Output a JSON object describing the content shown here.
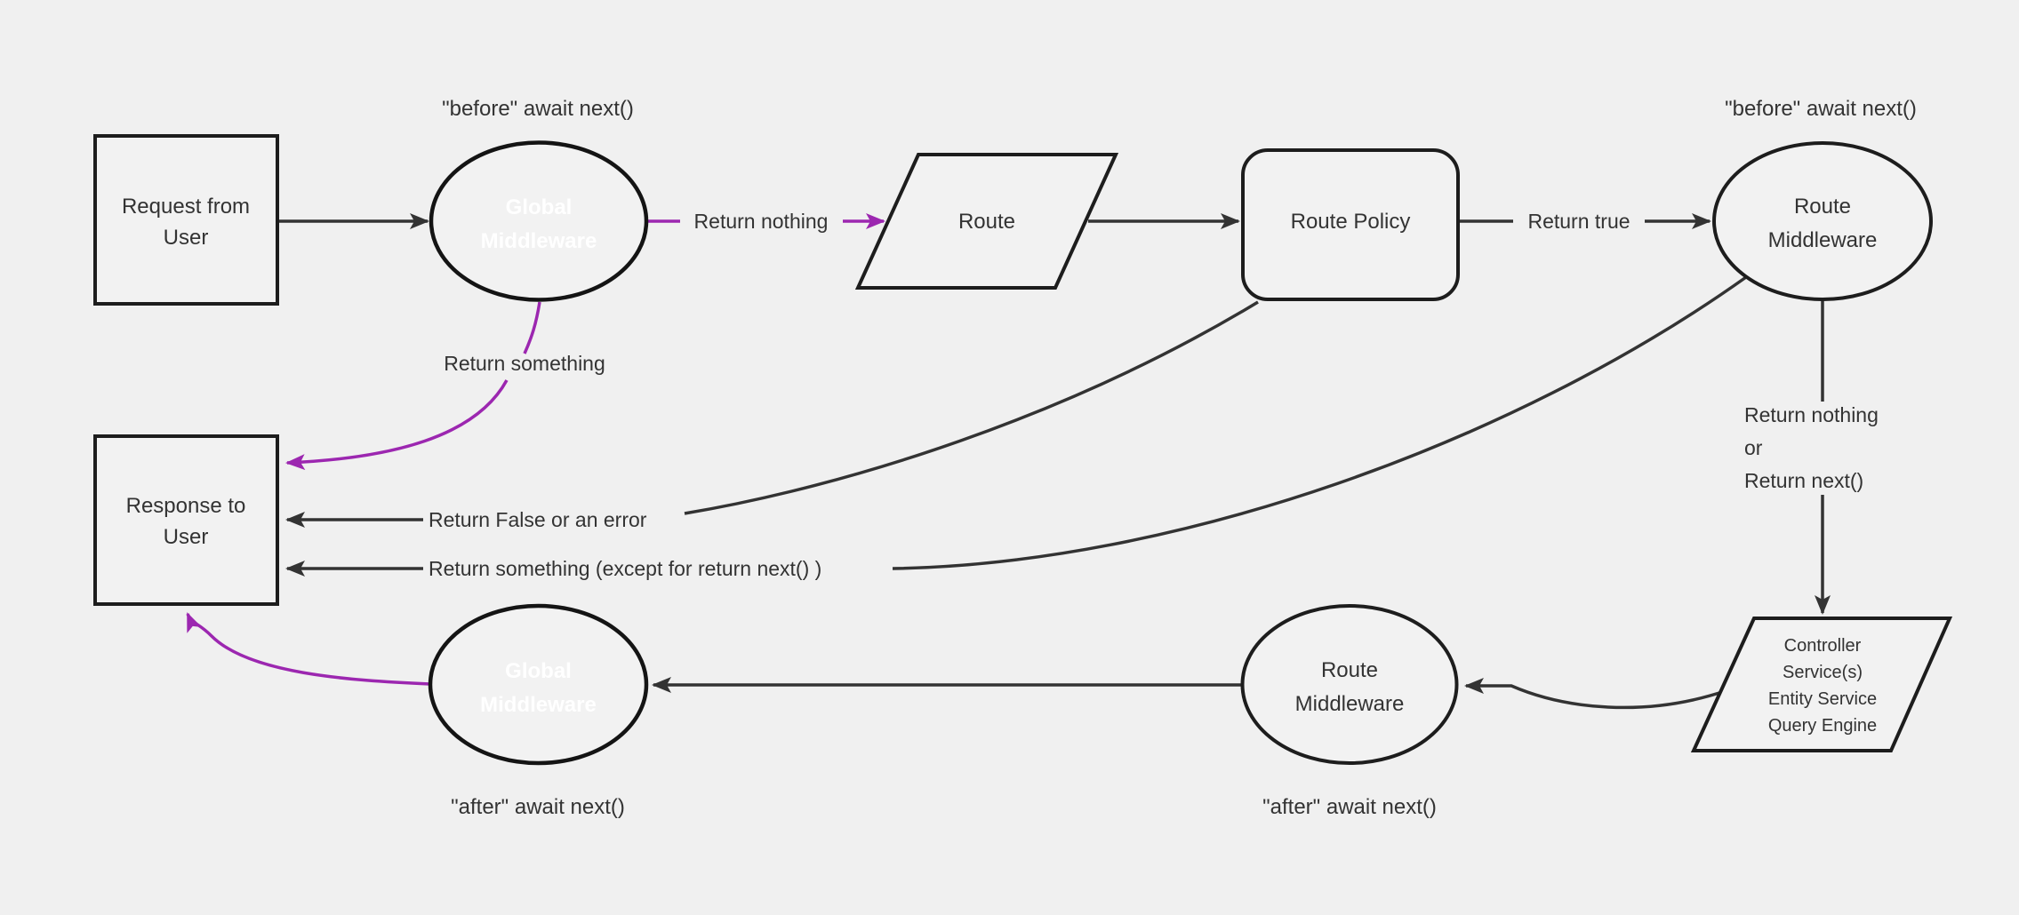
{
  "colors": {
    "background": "#f0f0f0",
    "node_fill": "#f2f2f2",
    "node_border": "#1d1d1d",
    "edge_dark": "#333333",
    "purple": "#9c27b0",
    "purple_fill": "#9a21ad",
    "white_text": "#ffffff",
    "dark_text": "#333333"
  },
  "nodes": {
    "request_from_user": {
      "shape": "rectangle",
      "lines": [
        "Request from",
        "User"
      ]
    },
    "global_middleware_top": {
      "shape": "ellipse",
      "lines": [
        "Global",
        "Middleware"
      ]
    },
    "route": {
      "shape": "parallelogram",
      "label": "Route"
    },
    "route_policy": {
      "shape": "rounded-rectangle",
      "label": "Route Policy"
    },
    "route_middleware_top": {
      "shape": "ellipse",
      "lines": [
        "Route",
        "Middleware"
      ]
    },
    "response_to_user": {
      "shape": "rectangle",
      "lines": [
        "Response to",
        "User"
      ]
    },
    "controller_stack": {
      "shape": "parallelogram",
      "lines": [
        "Controller",
        "Service(s)",
        "Entity Service",
        "Query Engine"
      ]
    },
    "route_middleware_bottom": {
      "shape": "ellipse",
      "lines": [
        "Route",
        "Middleware"
      ]
    },
    "global_middleware_bottom": {
      "shape": "ellipse",
      "lines": [
        "Global",
        "Middleware"
      ]
    }
  },
  "annotations": {
    "before_await_next_global": "\"before\" await next()",
    "before_await_next_route": "\"before\" await next()",
    "after_await_next_route": "\"after\" await next()",
    "after_await_next_global": "\"after\" await next()"
  },
  "edge_labels": {
    "return_nothing_top": "Return nothing",
    "return_true": "Return true",
    "return_something": "Return something",
    "return_false_or_error": "Return False or an error",
    "return_something_except": "Return something (except for return next() )",
    "return_nothing_or": {
      "lines": [
        "Return nothing",
        "or",
        "Return next()"
      ]
    }
  }
}
